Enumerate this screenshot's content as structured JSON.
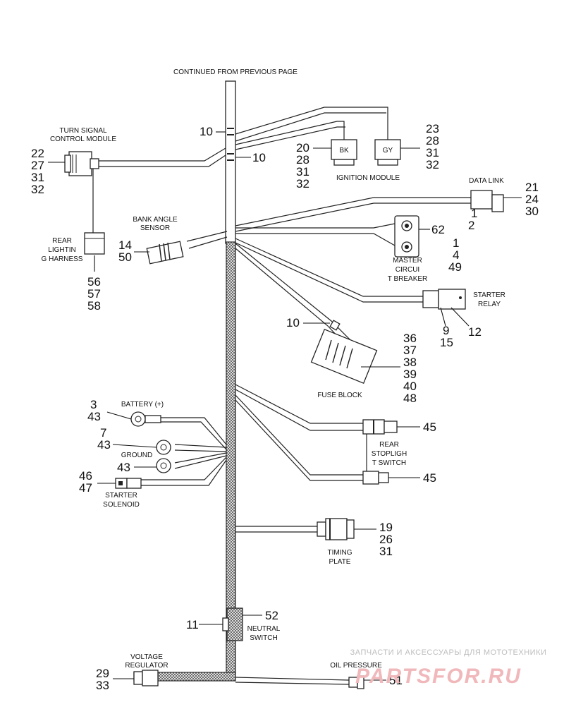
{
  "header": "CONTINUED FROM PREVIOUS PAGE",
  "components": {
    "turn_signal": "TURN SIGNAL CONTROL MODULE",
    "rear_lighting": "REAR LIGHTING HARNESS",
    "bank_angle": "BANK ANGLE SENSOR",
    "ignition": "IGNITION MODULE",
    "ign_bk": "BK",
    "ign_gy": "GY",
    "data_link": "DATA LINK",
    "master_breaker": "MASTER CIRCUIT BREAKER",
    "starter_relay": "STARTER RELAY",
    "fuse_block": "FUSE BLOCK",
    "battery": "BATTERY (+)",
    "ground": "GROUND",
    "starter_solenoid": "STARTER SOLENOID",
    "rear_stoplight": "REAR STOPLIGHT SWITCH",
    "timing_plate": "TIMING PLATE",
    "neutral_switch": "NEUTRAL SWITCH",
    "voltage_regulator": "VOLTAGE REGULATOR",
    "oil_pressure": "OIL PRESSURE"
  },
  "refs": {
    "top_10a": "10",
    "top_10b": "10",
    "turn": [
      "22",
      "27",
      "31",
      "32"
    ],
    "ign_bk": [
      "20",
      "28",
      "31",
      "32"
    ],
    "ign_gy": [
      "23",
      "28",
      "31",
      "32"
    ],
    "rear_lighting": [
      "56",
      "57",
      "58"
    ],
    "bank": [
      "14",
      "50"
    ],
    "data_link": [
      "21",
      "24",
      "30"
    ],
    "breaker_top": [
      "1",
      "2"
    ],
    "breaker_side": "62",
    "breaker_bottom": [
      "1",
      "4",
      "49"
    ],
    "relay_left": [
      "9",
      "15"
    ],
    "relay_right": "12",
    "fuse_10": "10",
    "fuse": [
      "36",
      "37",
      "38",
      "39",
      "40",
      "48"
    ],
    "battery": [
      "3",
      "43"
    ],
    "ground": [
      "7",
      "43"
    ],
    "ground2": "43",
    "solenoid": [
      "46",
      "47"
    ],
    "stoplight_a": "45",
    "stoplight_b": "45",
    "timing": [
      "19",
      "26",
      "31"
    ],
    "neutral_left": "11",
    "neutral_right": "52",
    "regulator": [
      "29",
      "33"
    ],
    "oil": "51"
  },
  "watermark": {
    "line1": "ЗАПЧАСТИ И АКСЕССУАРЫ ДЛЯ МОТОТЕХНИКИ",
    "line2": "PARTSFOR.RU"
  }
}
